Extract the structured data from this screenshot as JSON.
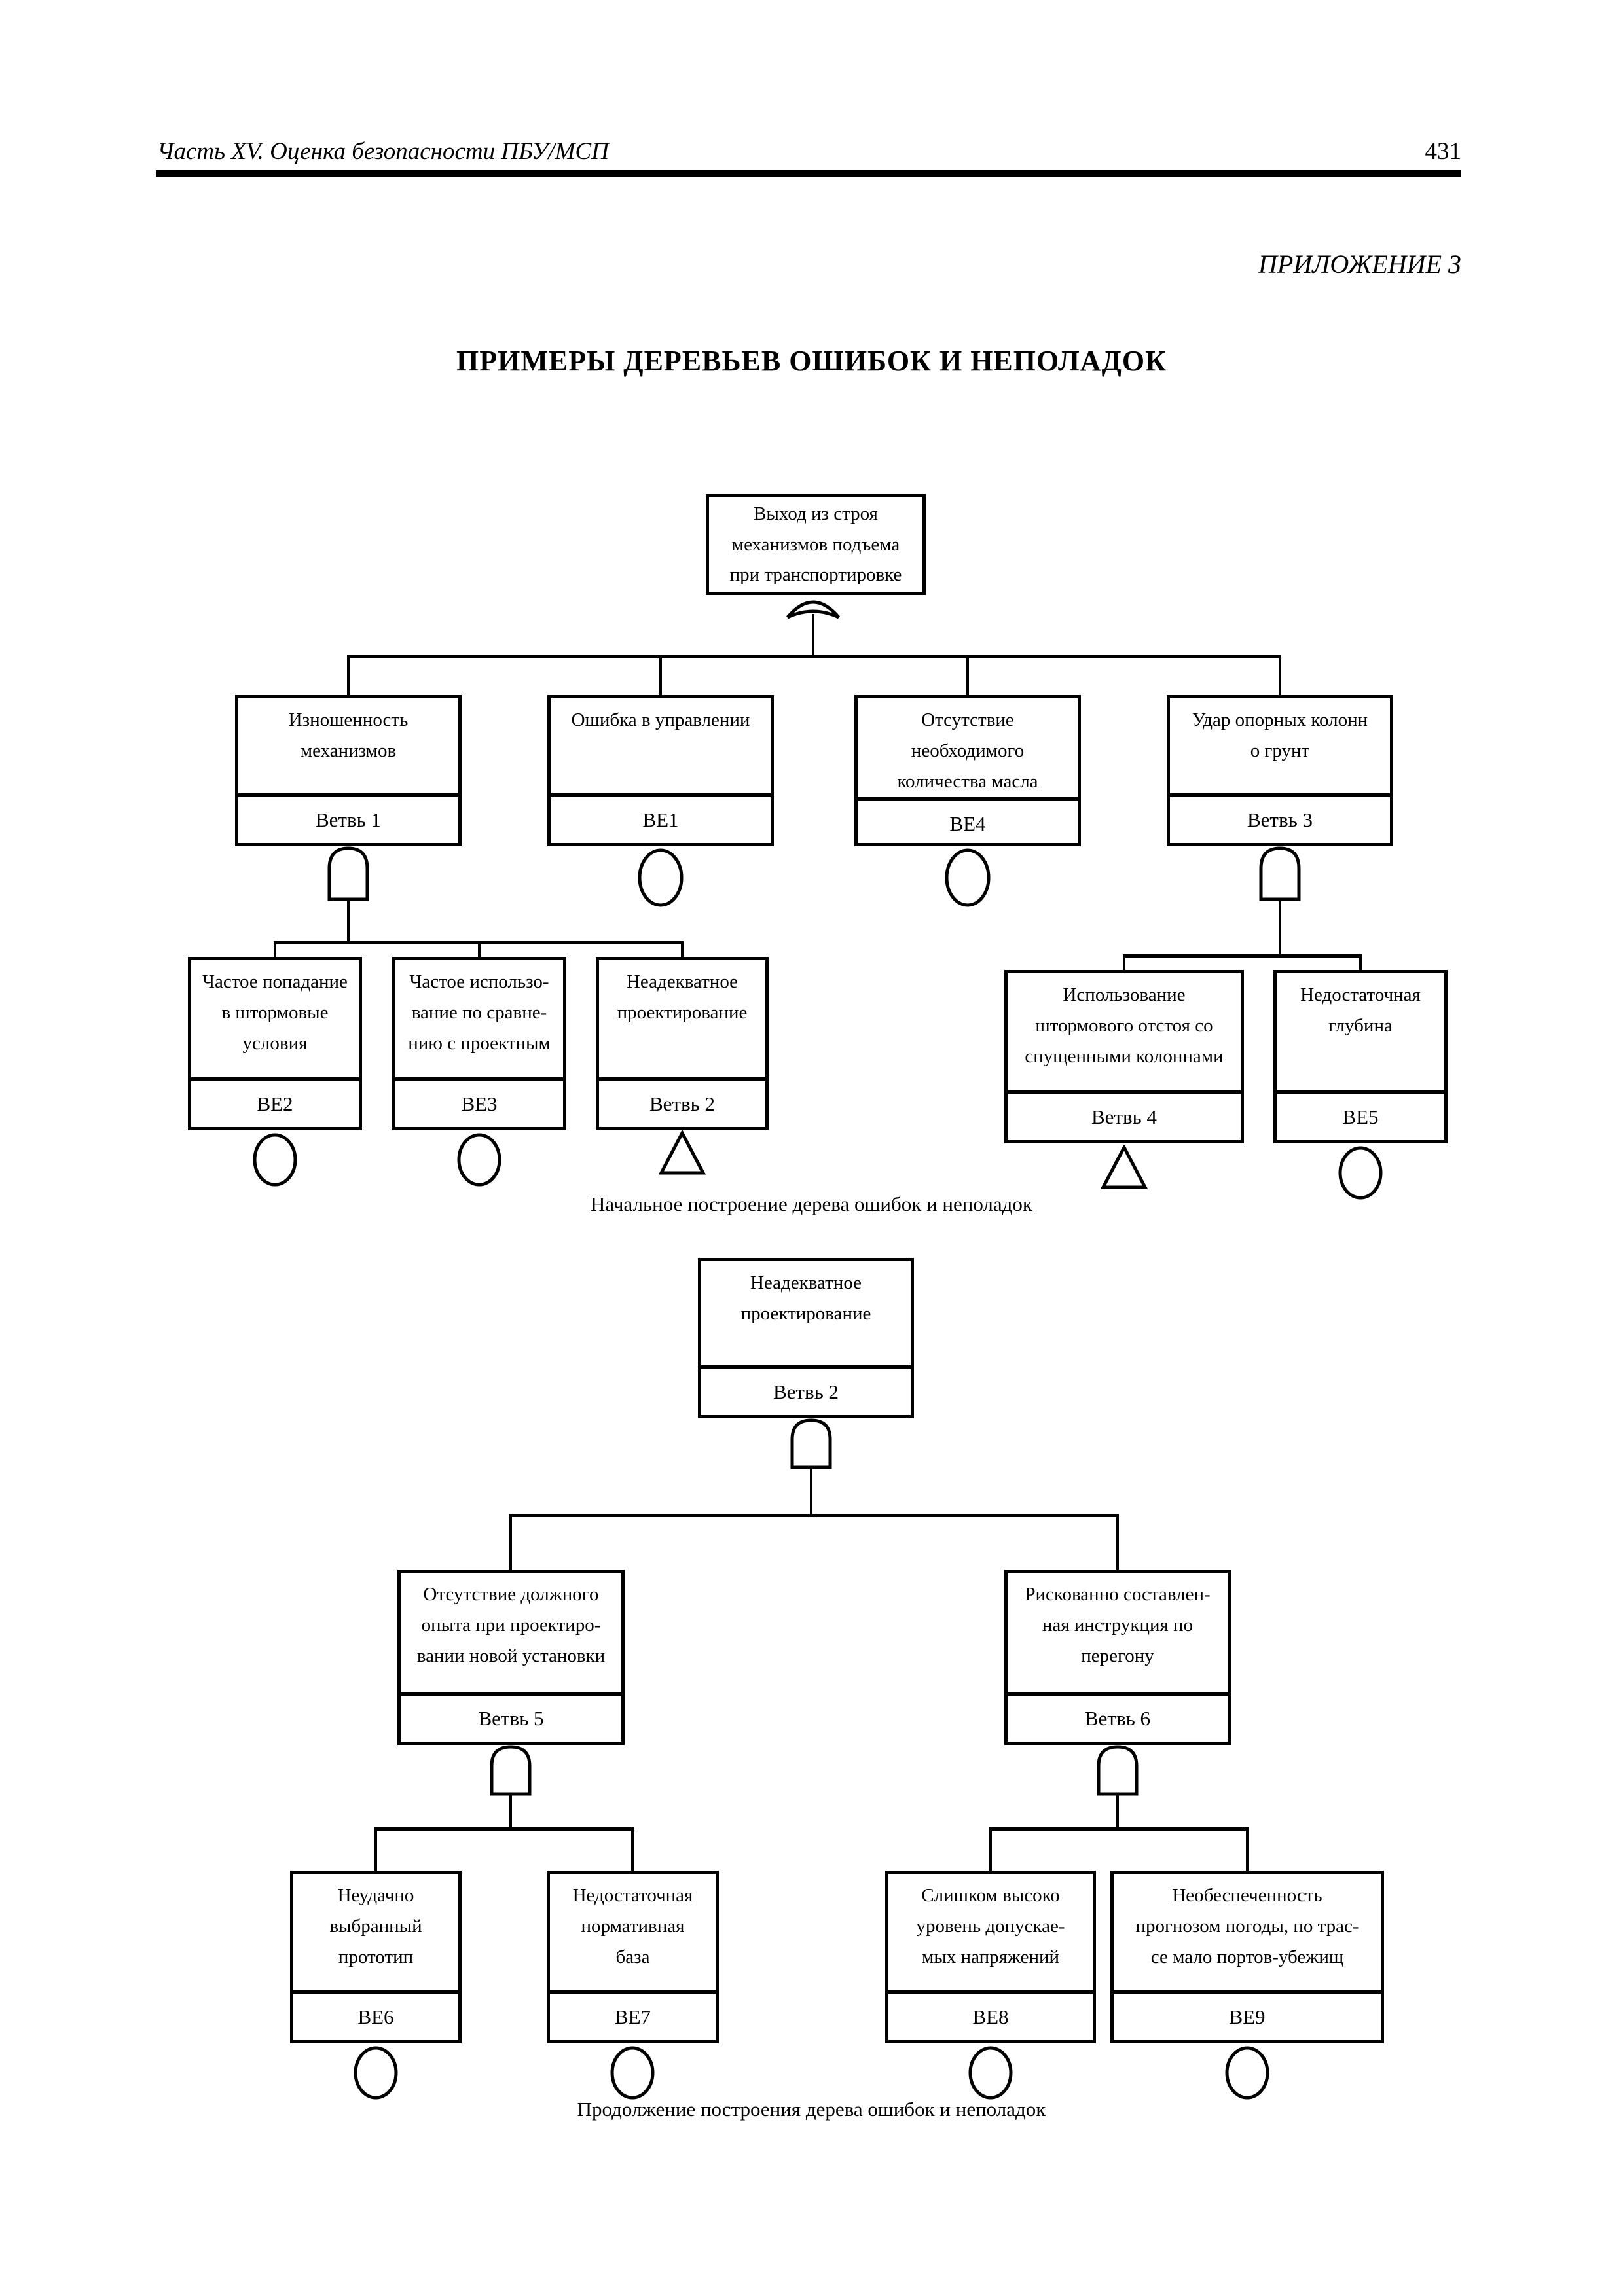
{
  "page": {
    "running_head": "Часть XV. Оценка безопасности ПБУ/МСП",
    "page_number": "431",
    "appendix_label": "ПРИЛОЖЕНИЕ 3",
    "title": "ПРИМЕРЫ ДЕРЕВЬЕВ ОШИБОК И НЕПОЛАДОК",
    "text_color": "#000000",
    "background_color": "#ffffff"
  },
  "diagram1": {
    "caption": "Начальное построение дерева ошибок и неполадок",
    "top_event": {
      "lines": [
        "Выход из строя",
        "механизмов подъема",
        "при транспортировке"
      ],
      "gate": "or"
    },
    "level1": [
      {
        "lines": [
          "Изношенность",
          "механизмов"
        ],
        "label": "Ветвь 1",
        "symbol": "and-gate"
      },
      {
        "lines": [
          "Ошибка в управлении"
        ],
        "label": "ВЕ1",
        "symbol": "circle"
      },
      {
        "lines": [
          "Отсутствие",
          "необходимого",
          "количества масла"
        ],
        "label": "ВЕ4",
        "symbol": "circle"
      },
      {
        "lines": [
          "Удар опорных колонн",
          "о грунт"
        ],
        "label": "Ветвь 3",
        "symbol": "and-gate"
      }
    ],
    "level2_left": [
      {
        "lines": [
          "Частое попадание",
          "в штормовые",
          "условия"
        ],
        "label": "ВЕ2",
        "symbol": "circle"
      },
      {
        "lines": [
          "Частое использо-",
          "вание по сравне-",
          "нию с проектным"
        ],
        "label": "ВЕ3",
        "symbol": "circle"
      },
      {
        "lines": [
          "Неадекватное",
          "проектирование"
        ],
        "label": "Ветвь 2",
        "symbol": "triangle"
      }
    ],
    "level2_right": [
      {
        "lines": [
          "Использование",
          "штормового отстоя со",
          "спущенными колоннами"
        ],
        "label": "Ветвь 4",
        "symbol": "triangle"
      },
      {
        "lines": [
          "Недостаточная",
          "глубина"
        ],
        "label": "ВЕ5",
        "symbol": "circle"
      }
    ]
  },
  "diagram2": {
    "caption": "Продолжение построения дерева ошибок и неполадок",
    "top_event": {
      "lines": [
        "Неадекватное",
        "проектирование"
      ],
      "label": "Ветвь 2",
      "gate": "and"
    },
    "level1": [
      {
        "lines": [
          "Отсутствие должного",
          "опыта при проектиро-",
          "вании новой установки"
        ],
        "label": "Ветвь 5",
        "symbol": "and-gate"
      },
      {
        "lines": [
          "Рискованно составлен-",
          "ная инструкция по",
          "перегону"
        ],
        "label": "Ветвь 6",
        "symbol": "and-gate"
      }
    ],
    "level2": [
      {
        "lines": [
          "Неудачно",
          "выбранный",
          "прототип"
        ],
        "label": "ВЕ6",
        "symbol": "circle"
      },
      {
        "lines": [
          "Недостаточная",
          "нормативная",
          "база"
        ],
        "label": "ВЕ7",
        "symbol": "circle"
      },
      {
        "lines": [
          "Слишком высоко",
          "уровень допускае-",
          "мых напряжений"
        ],
        "label": "ВЕ8",
        "symbol": "circle"
      },
      {
        "lines": [
          "Необеспеченность",
          "прогнозом погоды, по трас-",
          "се мало портов-убежищ"
        ],
        "label": "ВЕ9",
        "symbol": "circle"
      }
    ]
  }
}
